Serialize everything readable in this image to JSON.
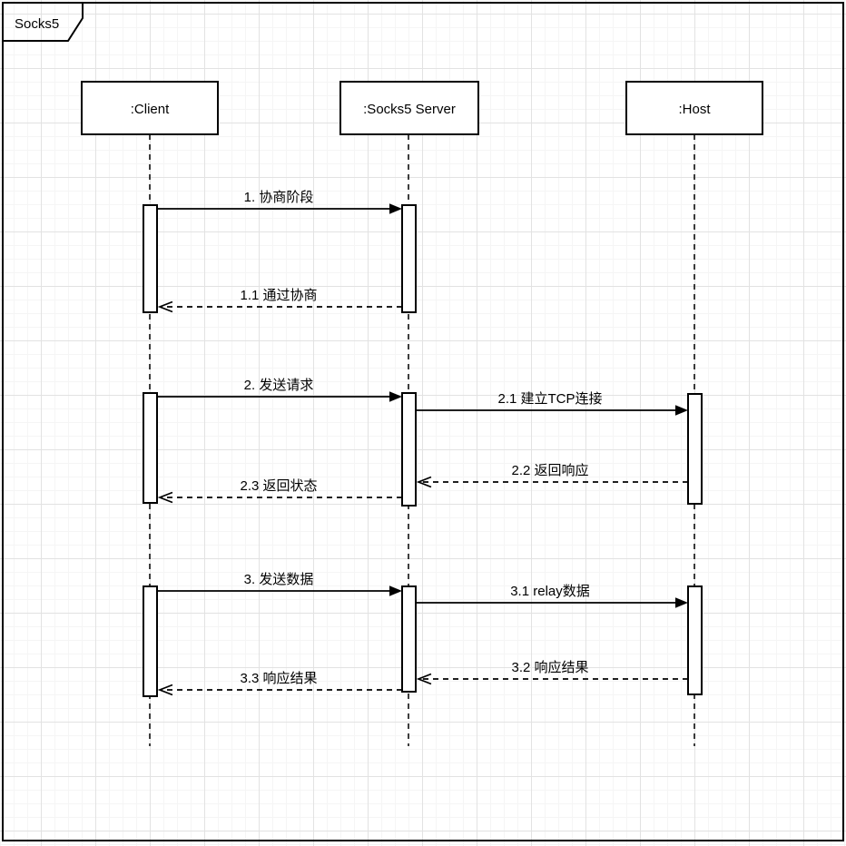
{
  "frame": {
    "title": "Socks5"
  },
  "participants": [
    {
      "id": "client",
      "label": ":Client"
    },
    {
      "id": "server",
      "label": ":Socks5 Server"
    },
    {
      "id": "host",
      "label": ":Host"
    }
  ],
  "messages": [
    {
      "id": "1",
      "label": "1. 协商阶段",
      "from": "client",
      "to": "server",
      "style": "solid"
    },
    {
      "id": "1.1",
      "label": "1.1 通过协商",
      "from": "server",
      "to": "client",
      "style": "dashed"
    },
    {
      "id": "2",
      "label": "2. 发送请求",
      "from": "client",
      "to": "server",
      "style": "solid"
    },
    {
      "id": "2.1",
      "label": "2.1 建立TCP连接",
      "from": "server",
      "to": "host",
      "style": "solid"
    },
    {
      "id": "2.2",
      "label": "2.2 返回响应",
      "from": "host",
      "to": "server",
      "style": "dashed"
    },
    {
      "id": "2.3",
      "label": "2.3 返回状态",
      "from": "server",
      "to": "client",
      "style": "dashed"
    },
    {
      "id": "3",
      "label": "3. 发送数据",
      "from": "client",
      "to": "server",
      "style": "solid"
    },
    {
      "id": "3.1",
      "label": "3.1 relay数据",
      "from": "server",
      "to": "host",
      "style": "solid"
    },
    {
      "id": "3.2",
      "label": "3.2 响应结果",
      "from": "host",
      "to": "server",
      "style": "dashed"
    },
    {
      "id": "3.3",
      "label": "3.3 响应结果",
      "from": "server",
      "to": "client",
      "style": "dashed"
    }
  ],
  "colors": {
    "stroke": "#000000",
    "background": "#ffffff",
    "grid_minor": "#f5f5f5",
    "grid_major": "#e2e2e2"
  }
}
